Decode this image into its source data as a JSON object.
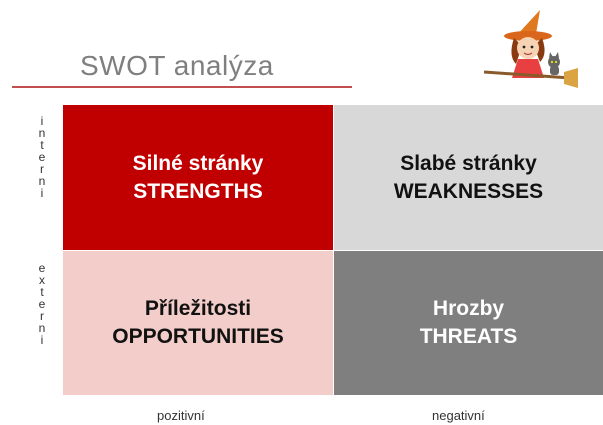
{
  "title": "SWOT analýza",
  "axis": {
    "vertical_top": "i\nn\nt\ne\nr\nn\ni",
    "vertical_bottom": "e\nx\nt\ne\nr\nn\ni",
    "horizontal_left": "pozitivní",
    "horizontal_right": "negativní"
  },
  "quadrants": {
    "strengths": {
      "line1": "Silné stránky",
      "line2": "STRENGTHS",
      "color": "#c00000"
    },
    "weaknesses": {
      "line1": "Slabé stránky",
      "line2": "WEAKNESSES",
      "color": "#d8d8d8"
    },
    "opportunities": {
      "line1": "Příležitosti",
      "line2": "OPPORTUNITIES",
      "color": "#f2cdc9"
    },
    "threats": {
      "line1": "Hrozby",
      "line2": "THREATS",
      "color": "#7f7f7f"
    }
  },
  "colors": {
    "accent_rule": "#c0504d",
    "title_text": "#7f7f7f"
  },
  "illustration": "witch-on-broom-icon"
}
